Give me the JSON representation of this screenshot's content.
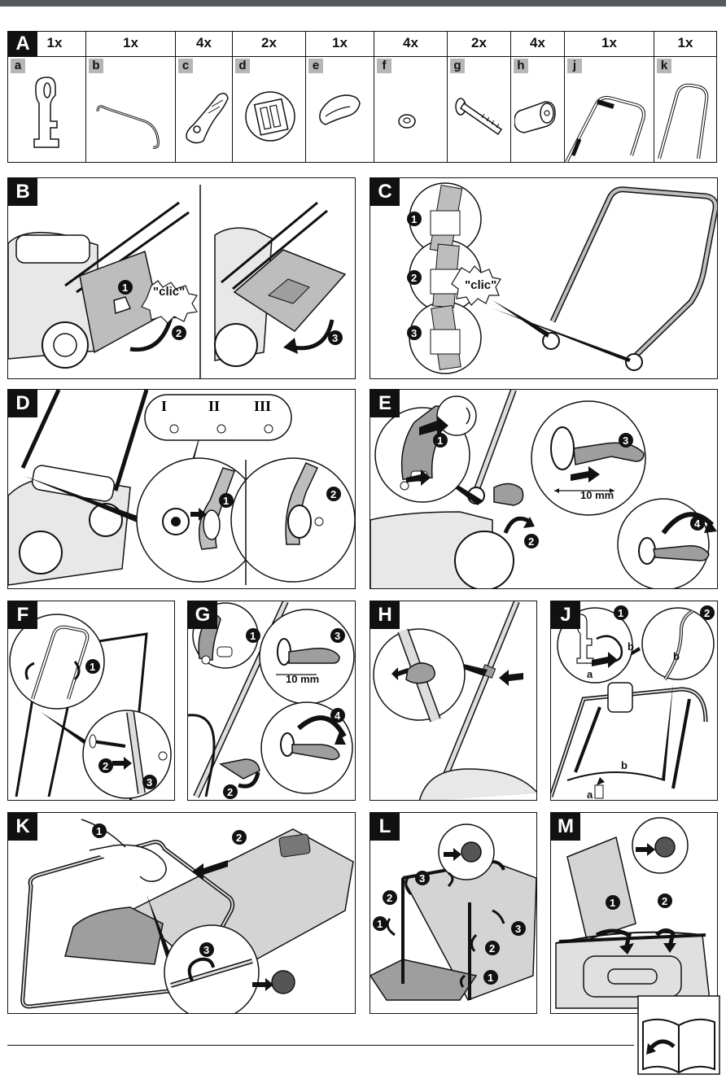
{
  "parts_section": "A",
  "parts": [
    {
      "qty": "1x",
      "letter": "a",
      "icon": "hook-clip-icon"
    },
    {
      "qty": "1x",
      "letter": "b",
      "icon": "wire-hook-icon"
    },
    {
      "qty": "4x",
      "letter": "c",
      "icon": "clamp-lever-icon"
    },
    {
      "qty": "2x",
      "letter": "d",
      "icon": "height-bracket-icon"
    },
    {
      "qty": "1x",
      "letter": "e",
      "icon": "cable-clip-icon"
    },
    {
      "qty": "4x",
      "letter": "f",
      "icon": "washer-icon"
    },
    {
      "qty": "2x",
      "letter": "g",
      "icon": "bolt-icon"
    },
    {
      "qty": "4x",
      "letter": "h",
      "icon": "nut-sleeve-icon"
    },
    {
      "qty": "1x",
      "letter": "j",
      "icon": "upper-handle-icon"
    },
    {
      "qty": "1x",
      "letter": "k",
      "icon": "lower-handle-icon"
    }
  ],
  "panels": {
    "B": {
      "label": "B",
      "clic": "\"clic\"",
      "steps": [
        "1",
        "2",
        "3"
      ]
    },
    "C": {
      "label": "C",
      "clic": "\"clic\"",
      "steps": [
        "1",
        "2",
        "3"
      ]
    },
    "D": {
      "label": "D",
      "positions": [
        "I",
        "II",
        "III"
      ],
      "steps": [
        "1",
        "2"
      ]
    },
    "E": {
      "label": "E",
      "measure": "10 mm",
      "steps": [
        "1",
        "2",
        "3",
        "4"
      ]
    },
    "F": {
      "label": "F",
      "steps": [
        "1",
        "2",
        "3"
      ]
    },
    "G": {
      "label": "G",
      "measure": "10 mm",
      "steps": [
        "1",
        "2",
        "3",
        "4"
      ]
    },
    "H": {
      "label": "H"
    },
    "J": {
      "label": "J",
      "part_a": "a",
      "part_b": "b",
      "steps": [
        "1",
        "2"
      ]
    },
    "K": {
      "label": "K",
      "steps": [
        "1",
        "2",
        "3"
      ]
    },
    "L": {
      "label": "L",
      "steps": [
        "1",
        "2",
        "3"
      ]
    },
    "M": {
      "label": "M",
      "steps": [
        "1",
        "2"
      ]
    }
  },
  "colors": {
    "ink": "#111111",
    "label_bg": "#111111",
    "letter_bg": "#b6b6b6",
    "gray": "#8a8a8a",
    "topbar": "#555a5f"
  },
  "footer_icon": "manual-book-icon"
}
